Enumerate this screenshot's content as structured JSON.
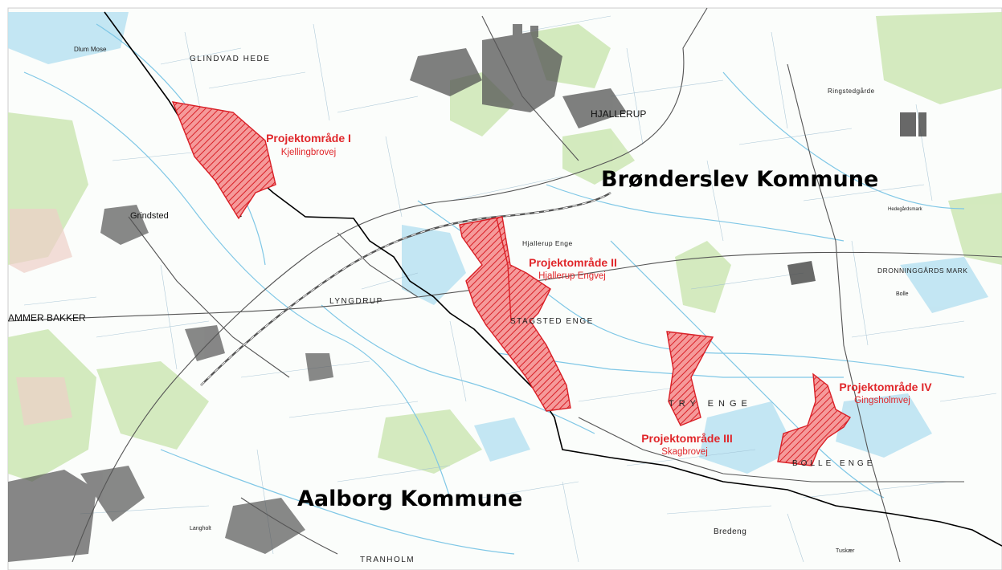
{
  "colors": {
    "background": "#ffffff",
    "water": "#7fc7e6",
    "forest": "#cfe8b8",
    "project_fill": "#ee4a4a",
    "project_label": "#e0262a",
    "boundary": "#000000",
    "urban": "#555555"
  },
  "municipalities": {
    "north": "Brønderslev Kommune",
    "south": "Aalborg Kommune"
  },
  "projects": [
    {
      "title": "Projektområde I",
      "road": "Kjellingbrovej"
    },
    {
      "title": "Projektområde II",
      "road": "Hjallerup Engvej"
    },
    {
      "title": "Projektområde III",
      "road": "Skagbrovej"
    },
    {
      "title": "Projektområde IV",
      "road": "Gingsholmvej"
    }
  ],
  "places": {
    "hjallerup": "HJALLERUP",
    "glindvad": "GLINDVAD HEDE",
    "grindsted": "Grindsted",
    "lyngdrup": "LYNGDRUP",
    "stagsted": "STAGSTED ENGE",
    "tryenge": "TRY ENGE",
    "bolleenge": "BOLLE ENGE",
    "dronninggaard": "DRONNINGGÅRDS MARK",
    "ammer": "AMMER BAKKER",
    "tranholm": "TRANHOLM",
    "bredeng": "Bredeng",
    "hjallerupenge": "Hjallerup Enge",
    "langholt": "Langholt",
    "dlum": "Dlum Mose",
    "ringstedgaard": "Ringstedgårde",
    "hodgaardsmark": "Hedegårdsmark",
    "bolle": "Bolle",
    "tuskaer": "Tuskær"
  }
}
